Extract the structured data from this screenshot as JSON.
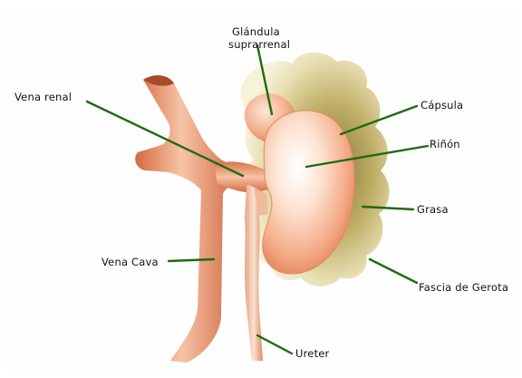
{
  "colors": {
    "leader": "#1f6b12",
    "fat_outer": "#f2e9c4",
    "fat_inner": "#c9b768",
    "kidney_light": "#fff3ea",
    "kidney_dark": "#e98b62",
    "vessel": "#e88a5e",
    "vessel_dark": "#c5613a"
  },
  "labels": {
    "glandula_line1": "Glándula",
    "glandula_line2": "suprarrenal",
    "vena_renal": "Vena renal",
    "capsula": "Cápsula",
    "rinon": "Riñón",
    "grasa": "Grasa",
    "vena_cava": "Vena Cava",
    "fascia": "Fascia de Gerota",
    "ureter": "Ureter"
  }
}
